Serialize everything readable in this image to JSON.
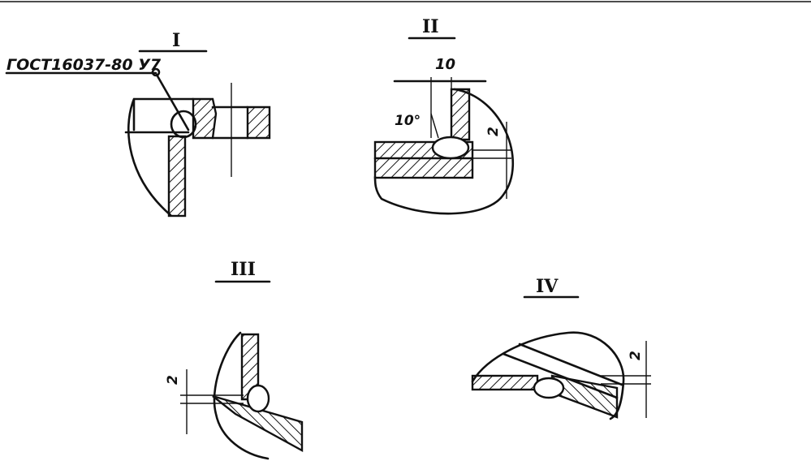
{
  "labels": {
    "view_1": "I",
    "view_2": "II",
    "view_3": "III",
    "view_4": "IV",
    "standard_ref": "ГОСТ16037-80 У7",
    "dim_width_10": "10",
    "angle_10deg": "10°",
    "dim_gap_2_view2": "2",
    "dim_gap_2_view3": "2",
    "dim_gap_2_view4": "2"
  }
}
